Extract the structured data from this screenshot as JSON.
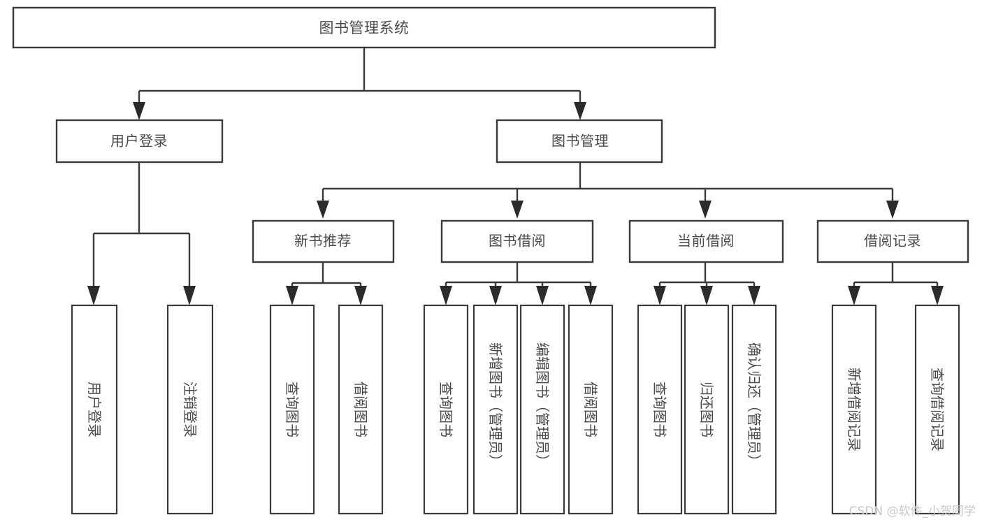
{
  "diagram": {
    "type": "tree",
    "title": "图书管理系统",
    "root": {
      "label": "图书管理系统"
    },
    "level1": [
      {
        "label": "用户登录"
      },
      {
        "label": "图书管理"
      }
    ],
    "level2": [
      {
        "label": "新书推荐"
      },
      {
        "label": "图书借阅"
      },
      {
        "label": "当前借阅"
      },
      {
        "label": "借阅记录"
      }
    ],
    "leaves": {
      "user_login": [
        {
          "label": "用户登录"
        },
        {
          "label": "注销登录"
        }
      ],
      "new_book_recommend": [
        {
          "label": "查询图书"
        },
        {
          "label": "借阅图书"
        }
      ],
      "book_borrow": [
        {
          "label": "查询图书"
        },
        {
          "label": "新增图书（管理员）"
        },
        {
          "label": "编辑图书（管理员）"
        },
        {
          "label": "借阅图书"
        }
      ],
      "current_borrow": [
        {
          "label": "查询图书"
        },
        {
          "label": "归还图书"
        },
        {
          "label": "确认归还（管理员）"
        }
      ],
      "borrow_record": [
        {
          "label": "新增借阅记录"
        },
        {
          "label": "查询借阅记录"
        }
      ]
    }
  },
  "watermark": {
    "text": "CSDN @软件_小贺同学"
  },
  "colors": {
    "background": "#ffffff",
    "box_fill": "#ffffff",
    "box_stroke": "#3a3a3a",
    "text": "#4a4a4a",
    "connector": "#3a3a3a",
    "watermark": "#c9c9c9"
  }
}
